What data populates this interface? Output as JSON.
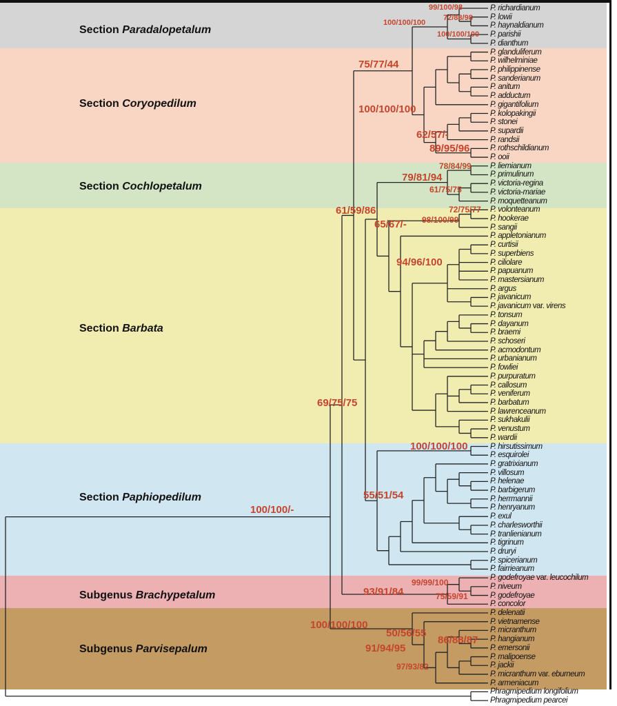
{
  "sections": [
    {
      "prefix": "Section",
      "name": "Paradalopetalum",
      "color": "#d5d5d5"
    },
    {
      "prefix": "Section",
      "name": "Coryopedilum",
      "color": "#f8d6c3"
    },
    {
      "prefix": "Section",
      "name": "Cochlopetalum",
      "color": "#d3e5c5"
    },
    {
      "prefix": "Section",
      "name": "Barbata",
      "color": "#f1edb1"
    },
    {
      "prefix": "Section",
      "name": "Paphiopedilum",
      "color": "#d0e6f1"
    },
    {
      "prefix": "Subgenus",
      "name": "Brachypetalum",
      "color": "#edb1b3"
    },
    {
      "prefix": "Subgenus",
      "name": "Parvisepalum",
      "color": "#c39b63"
    }
  ],
  "taxa": [
    {
      "genus": "P.",
      "epithet": "richardianum"
    },
    {
      "genus": "P.",
      "epithet": "lowii"
    },
    {
      "genus": "P.",
      "epithet": "haynaldianum"
    },
    {
      "genus": "P.",
      "epithet": "parishii"
    },
    {
      "genus": "P.",
      "epithet": "dianthum"
    },
    {
      "genus": "P.",
      "epithet": "glanduliferum"
    },
    {
      "genus": "P.",
      "epithet": "wilhelminiae"
    },
    {
      "genus": "P.",
      "epithet": "philippinense"
    },
    {
      "genus": "P.",
      "epithet": "sanderianum"
    },
    {
      "genus": "P.",
      "epithet": "anitum"
    },
    {
      "genus": "P.",
      "epithet": "adductum"
    },
    {
      "genus": "P.",
      "epithet": "gigantifolium"
    },
    {
      "genus": "P.",
      "epithet": "kolopakingii"
    },
    {
      "genus": "P.",
      "epithet": "stonei"
    },
    {
      "genus": "P.",
      "epithet": "supardii"
    },
    {
      "genus": "P.",
      "epithet": "randsii"
    },
    {
      "genus": "P.",
      "epithet": "rothschildianum"
    },
    {
      "genus": "P.",
      "epithet": "ooii"
    },
    {
      "genus": "P.",
      "epithet": "liemianum"
    },
    {
      "genus": "P.",
      "epithet": "primulinum"
    },
    {
      "genus": "P.",
      "epithet": "victoria-regina"
    },
    {
      "genus": "P.",
      "epithet": "victoria-mariae"
    },
    {
      "genus": "P.",
      "epithet": "moquetteanum"
    },
    {
      "genus": "P.",
      "epithet": "volonteanum"
    },
    {
      "genus": "P.",
      "epithet": "hookerae"
    },
    {
      "genus": "P.",
      "epithet": "sangii"
    },
    {
      "genus": "P.",
      "epithet": "appletonianum"
    },
    {
      "genus": "P.",
      "epithet": "curtisii"
    },
    {
      "genus": "P.",
      "epithet": "superbiens"
    },
    {
      "genus": "P.",
      "epithet": "ciliolare"
    },
    {
      "genus": "P.",
      "epithet": "papuanum"
    },
    {
      "genus": "P.",
      "epithet": "mastersianum"
    },
    {
      "genus": "P.",
      "epithet": "argus"
    },
    {
      "genus": "P.",
      "epithet": "javanicum"
    },
    {
      "genus": "P.",
      "epithet": "javanicum",
      "rank": "var.",
      "infra": "virens"
    },
    {
      "genus": "P.",
      "epithet": "tonsum"
    },
    {
      "genus": "P.",
      "epithet": "dayanum"
    },
    {
      "genus": "P.",
      "epithet": "braemi"
    },
    {
      "genus": "P.",
      "epithet": "schoseri"
    },
    {
      "genus": "P.",
      "epithet": "acmodontum"
    },
    {
      "genus": "P.",
      "epithet": "urbanianum"
    },
    {
      "genus": "P.",
      "epithet": "fowliei"
    },
    {
      "genus": "P.",
      "epithet": "purpuratum"
    },
    {
      "genus": "P.",
      "epithet": "callosum"
    },
    {
      "genus": "P.",
      "epithet": "veniferum"
    },
    {
      "genus": "P.",
      "epithet": "barbatum"
    },
    {
      "genus": "P.",
      "epithet": "lawrenceanum"
    },
    {
      "genus": "P.",
      "epithet": "sukhakulii"
    },
    {
      "genus": "P.",
      "epithet": "venustum"
    },
    {
      "genus": "P.",
      "epithet": "wardii"
    },
    {
      "genus": "P.",
      "epithet": "hirsutissimum"
    },
    {
      "genus": "P.",
      "epithet": "esquirolei"
    },
    {
      "genus": "P.",
      "epithet": "gratrixianum"
    },
    {
      "genus": "P.",
      "epithet": "villosum"
    },
    {
      "genus": "P.",
      "epithet": "helenae"
    },
    {
      "genus": "P.",
      "epithet": "barbigerum"
    },
    {
      "genus": "P.",
      "epithet": "herrmannii"
    },
    {
      "genus": "P.",
      "epithet": "henryanum"
    },
    {
      "genus": "P.",
      "epithet": "exul"
    },
    {
      "genus": "P.",
      "epithet": "charlesworthii"
    },
    {
      "genus": "P.",
      "epithet": "tranlienianum"
    },
    {
      "genus": "P.",
      "epithet": "tigrinum"
    },
    {
      "genus": "P.",
      "epithet": "druryi"
    },
    {
      "genus": "P.",
      "epithet": "spicerianum"
    },
    {
      "genus": "P.",
      "epithet": "fairrieanum"
    },
    {
      "genus": "P.",
      "epithet": "godefroyae",
      "rank": "var.",
      "infra": "leucochilum"
    },
    {
      "genus": "P.",
      "epithet": "niveum"
    },
    {
      "genus": "P.",
      "epithet": "godefroyae"
    },
    {
      "genus": "P.",
      "epithet": "concolor"
    },
    {
      "genus": "P.",
      "epithet": "delenatii"
    },
    {
      "genus": "P.",
      "epithet": "vietnamense"
    },
    {
      "genus": "P.",
      "epithet": "micranthum"
    },
    {
      "genus": "P.",
      "epithet": "hangianum"
    },
    {
      "genus": "P.",
      "epithet": "emersonii"
    },
    {
      "genus": "P.",
      "epithet": "malipoense"
    },
    {
      "genus": "P.",
      "epithet": "jackii"
    },
    {
      "genus": "P.",
      "epithet": "micranthum",
      "rank": "var.",
      "infra": "eburneum"
    },
    {
      "genus": "P.",
      "epithet": "armeniacum"
    },
    {
      "genus": "Phragmipedium",
      "epithet": "longifolium"
    },
    {
      "genus": "Phragmipedium",
      "epithet": "pearcei"
    }
  ],
  "tree": [
    [
      [
        [
          [
            [
              [
                0,
                [
                  1,
                  2
                ]
              ],
              [
                3,
                4
              ]
            ],
            [
              [
                [
                  [
                    5,
                    6
                  ],
                  [
                    [
                      7,
                      8
                    ],
                    [
                      9,
                      10
                    ]
                  ]
                ],
                11
              ],
              [
                [
                  [
                    [
                      12,
                      13
                    ],
                    14
                  ],
                  15
                ],
                [
                  16,
                  17
                ]
              ]
            ]
          ],
          [
            [
              [
                [
                  18,
                  19
                ],
                [
                  [
                    20,
                    21
                  ],
                  22
                ]
              ],
              [
                [
                  [
                    23,
                    24
                  ],
                  25
                ],
                [
                  26,
                  [
                    [
                      [
                        [
                          27,
                          28
                        ],
                        29,
                        30,
                        31
                      ],
                      32,
                      [
                        33,
                        34
                      ]
                    ],
                    [
                      [
                        [
                          [
                            35,
                            [
                              36,
                              37
                            ]
                          ],
                          38
                        ],
                        39
                      ],
                      40,
                      41
                    ],
                    [
                      [
                        42,
                        [
                          [
                            43,
                            44
                          ],
                          45
                        ],
                        46
                      ],
                      [
                        47,
                        [
                          48,
                          49
                        ]
                      ]
                    ]
                  ]
                ]
              ]
            ],
            [
              [
                50,
                51
              ],
              [
                [
                  [
                    [
                      [
                        52,
                        [
                          [
                            53,
                            [
                              54,
                              55
                            ]
                          ],
                          [
                            56,
                            57
                          ]
                        ]
                      ],
                      [
                        58,
                        [
                          59,
                          60
                        ]
                      ]
                    ],
                    61
                  ],
                  62
                ],
                [
                  63,
                  64
                ]
              ]
            ]
          ]
        ],
        [
          [
            65,
            [
              66,
              67
            ]
          ],
          68
        ]
      ],
      [
        69,
        [
          70,
          [
            [
              [
                71,
                [
                  72,
                  73
                ]
              ],
              [
                [
                  74,
                  75
                ],
                76
              ]
            ],
            77
          ]
        ]
      ]
    ],
    [
      78,
      79
    ]
  ],
  "support": [
    "99/100/98",
    "72/88/98",
    "100/100/100",
    "100/100/100",
    "75/77/44",
    "100/100/100",
    "62/57/-",
    "89/95/96",
    "78/84/99",
    "79/81/94",
    "61/75/75",
    "61/59/86",
    "72/75/77",
    "98/100/99",
    "65/67/-",
    "94/96/100",
    "69/75/75",
    "100/100/100",
    "55/51/54",
    "100/100/-",
    "99/99/100",
    "93/91/84",
    "75/59/91",
    "100/100/100",
    "50/56/55",
    "86/88/87",
    "91/94/95",
    "97/93/82"
  ]
}
